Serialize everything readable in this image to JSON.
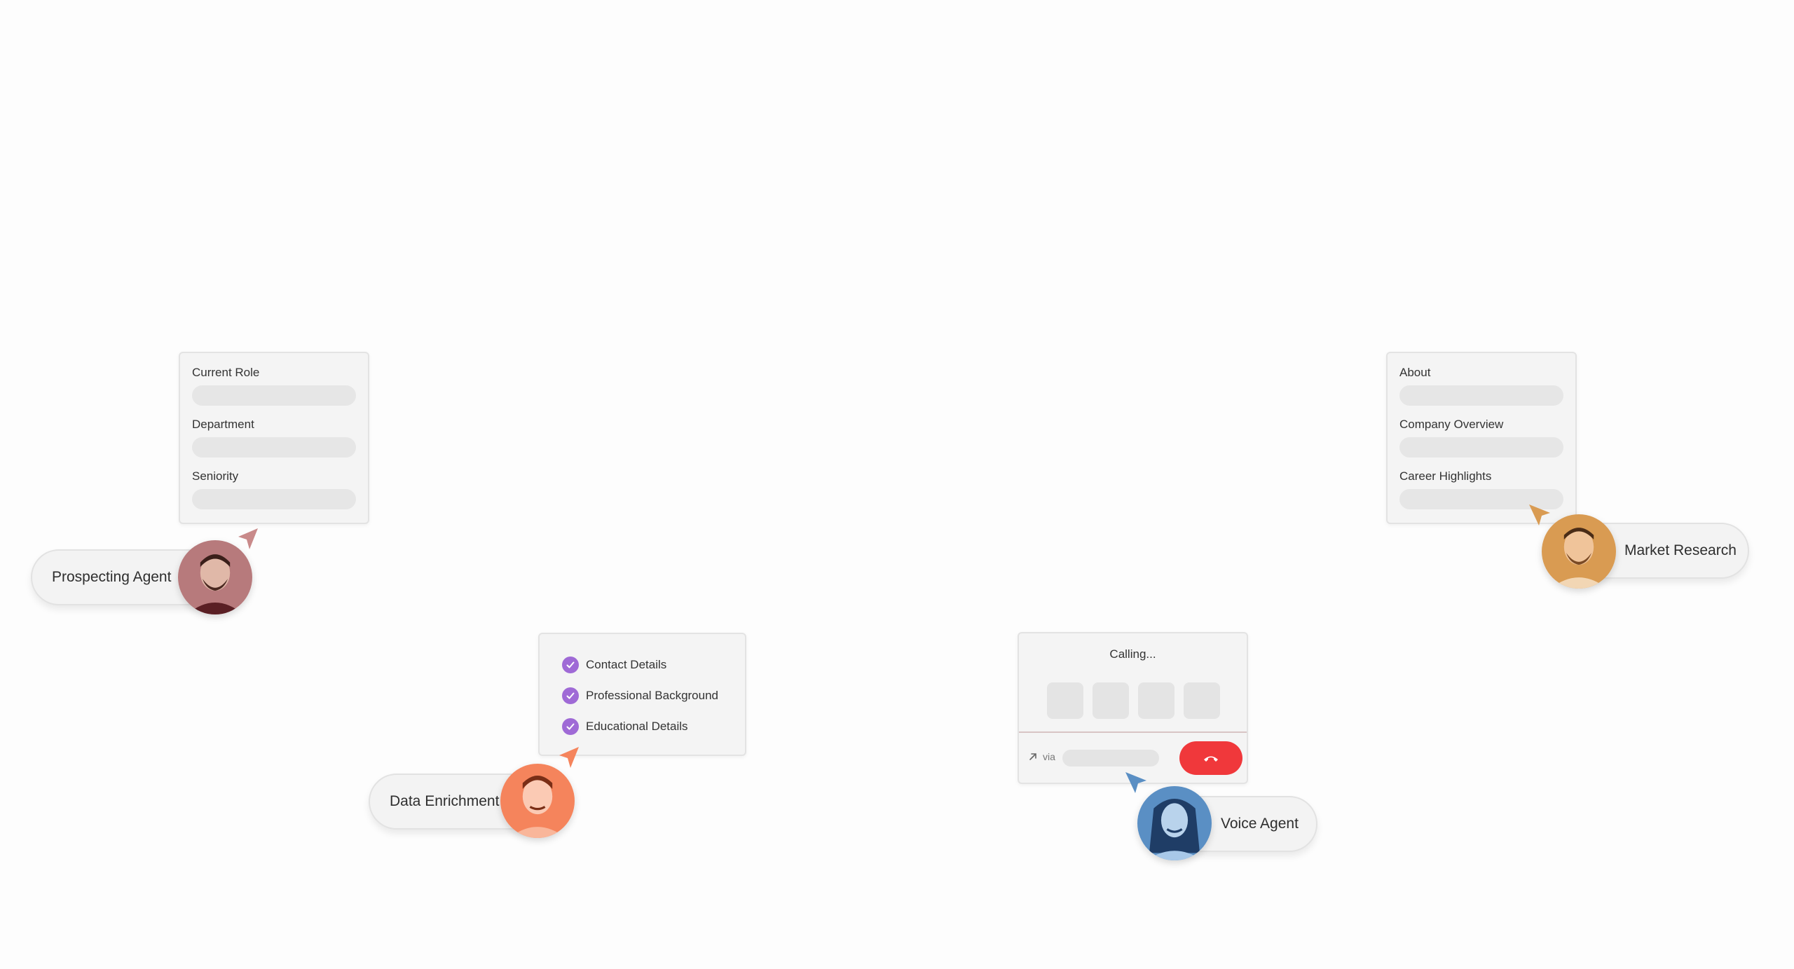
{
  "prospecting": {
    "fields": [
      "Current Role",
      "Department",
      "Seniority"
    ],
    "agent_name": "Prospecting Agent",
    "accent": "#c98a8a"
  },
  "market_research": {
    "fields": [
      "About",
      "Company Overview",
      "Career Highlights"
    ],
    "agent_name": "Market Research",
    "accent": "#d99b52"
  },
  "data_enrichment": {
    "checklist": [
      "Contact Details",
      "Professional Background",
      "Educational Details"
    ],
    "agent_name": "Data Enrichment",
    "accent": "#f5845c",
    "check_color": "#9f6ad6"
  },
  "voice": {
    "status": "Calling...",
    "via_label": "via",
    "agent_name": "Voice Agent",
    "accent": "#5a8fc4",
    "hangup_color": "#f0383b"
  },
  "icons": {
    "check": "check-circle-icon",
    "cursor": "pointer-arrow-icon",
    "hangup": "phone-hangup-icon",
    "external": "arrow-up-right-icon"
  }
}
